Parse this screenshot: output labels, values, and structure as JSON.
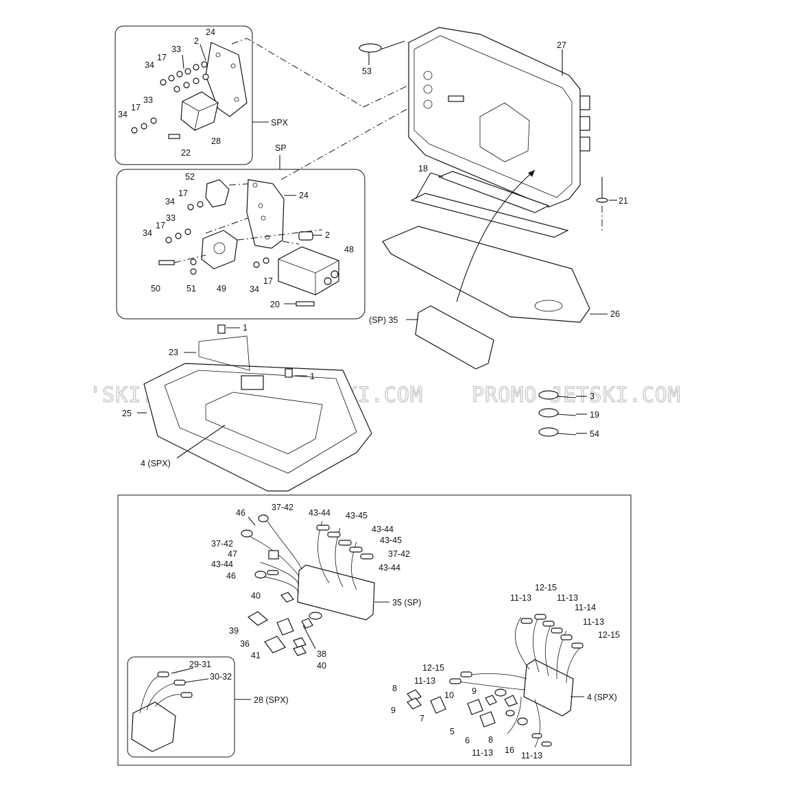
{
  "watermark": {
    "left_text": "'SKI.COM",
    "mid_text": "PROMO-JETSKI.COM",
    "right_text": "PROMO-JETSKI.COM"
  },
  "frames": {
    "spx": "SPX",
    "sp": "SP"
  },
  "callouts": {
    "c24a": "24",
    "c2a": "2",
    "c33a": "33",
    "c17a": "17",
    "c34a": "34",
    "c33b": "33",
    "c17b": "17",
    "c34b": "34",
    "c28a": "28",
    "c22": "22",
    "c53": "53",
    "c27": "27",
    "c52": "52",
    "c17c": "17",
    "c34c": "34",
    "c24b": "24",
    "c33c": "33",
    "c17d": "17",
    "c34d": "34",
    "c2b": "2",
    "c48": "48",
    "c50": "50",
    "c51": "51",
    "c49": "49",
    "c34e": "34",
    "c17e": "17",
    "c20": "20",
    "c18": "18",
    "c21": "21",
    "c26": "26",
    "c35sp": "(SP) 35",
    "c1a": "1",
    "c23": "23",
    "c1b": "1",
    "c25": "25",
    "c4spx": "4 (SPX)",
    "c3": "3",
    "c19": "19",
    "c54": "54",
    "c46a": "46",
    "c3742a": "37-42",
    "c4344a": "43-44",
    "c4345a": "43-45",
    "c4344b": "43-44",
    "c4345b": "43-45",
    "c3742b": "37-42",
    "c3742c": "37-42",
    "c47": "47",
    "c4344c": "43-44",
    "c4344d": "43-44",
    "c46b": "46",
    "c35b": "35 (SP)",
    "c40a": "40",
    "c39": "39",
    "c36": "36",
    "c41": "41",
    "c38": "38",
    "c40b": "40",
    "c2931": "29-31",
    "c3032": "30-32",
    "c28spx": "28 (SPX)",
    "c1113a": "11-13",
    "c1215a": "12-15",
    "c1113b": "11-13",
    "c1114": "11-14",
    "c1113c": "11-13",
    "c1215b": "12-15",
    "c1215c": "12-15",
    "c1113d": "11-13",
    "c8a": "8",
    "c9a": "9",
    "c9b": "9",
    "c10": "10",
    "c7": "7",
    "c5": "5",
    "c6": "6",
    "c8b": "8",
    "c1113e": "11-13",
    "c16": "16",
    "c1113f": "11-13",
    "c4spxb": "4 (SPX)"
  }
}
